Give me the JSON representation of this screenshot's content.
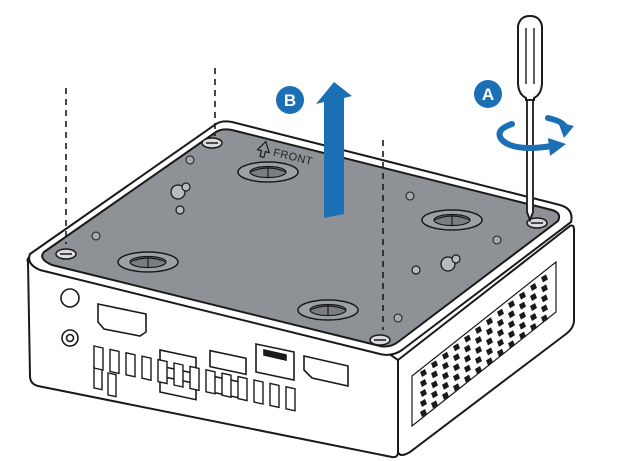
{
  "diagram": {
    "steps": [
      {
        "id": "a",
        "label": "A",
        "action": "unscrew"
      },
      {
        "id": "b",
        "label": "B",
        "action": "lift"
      }
    ],
    "case_marking": "FRONT",
    "colors": {
      "accent": "#1b6fb5",
      "outline": "#1a1a1a",
      "panel_fill": "#8e9196",
      "case_fill": "#ffffff"
    }
  }
}
